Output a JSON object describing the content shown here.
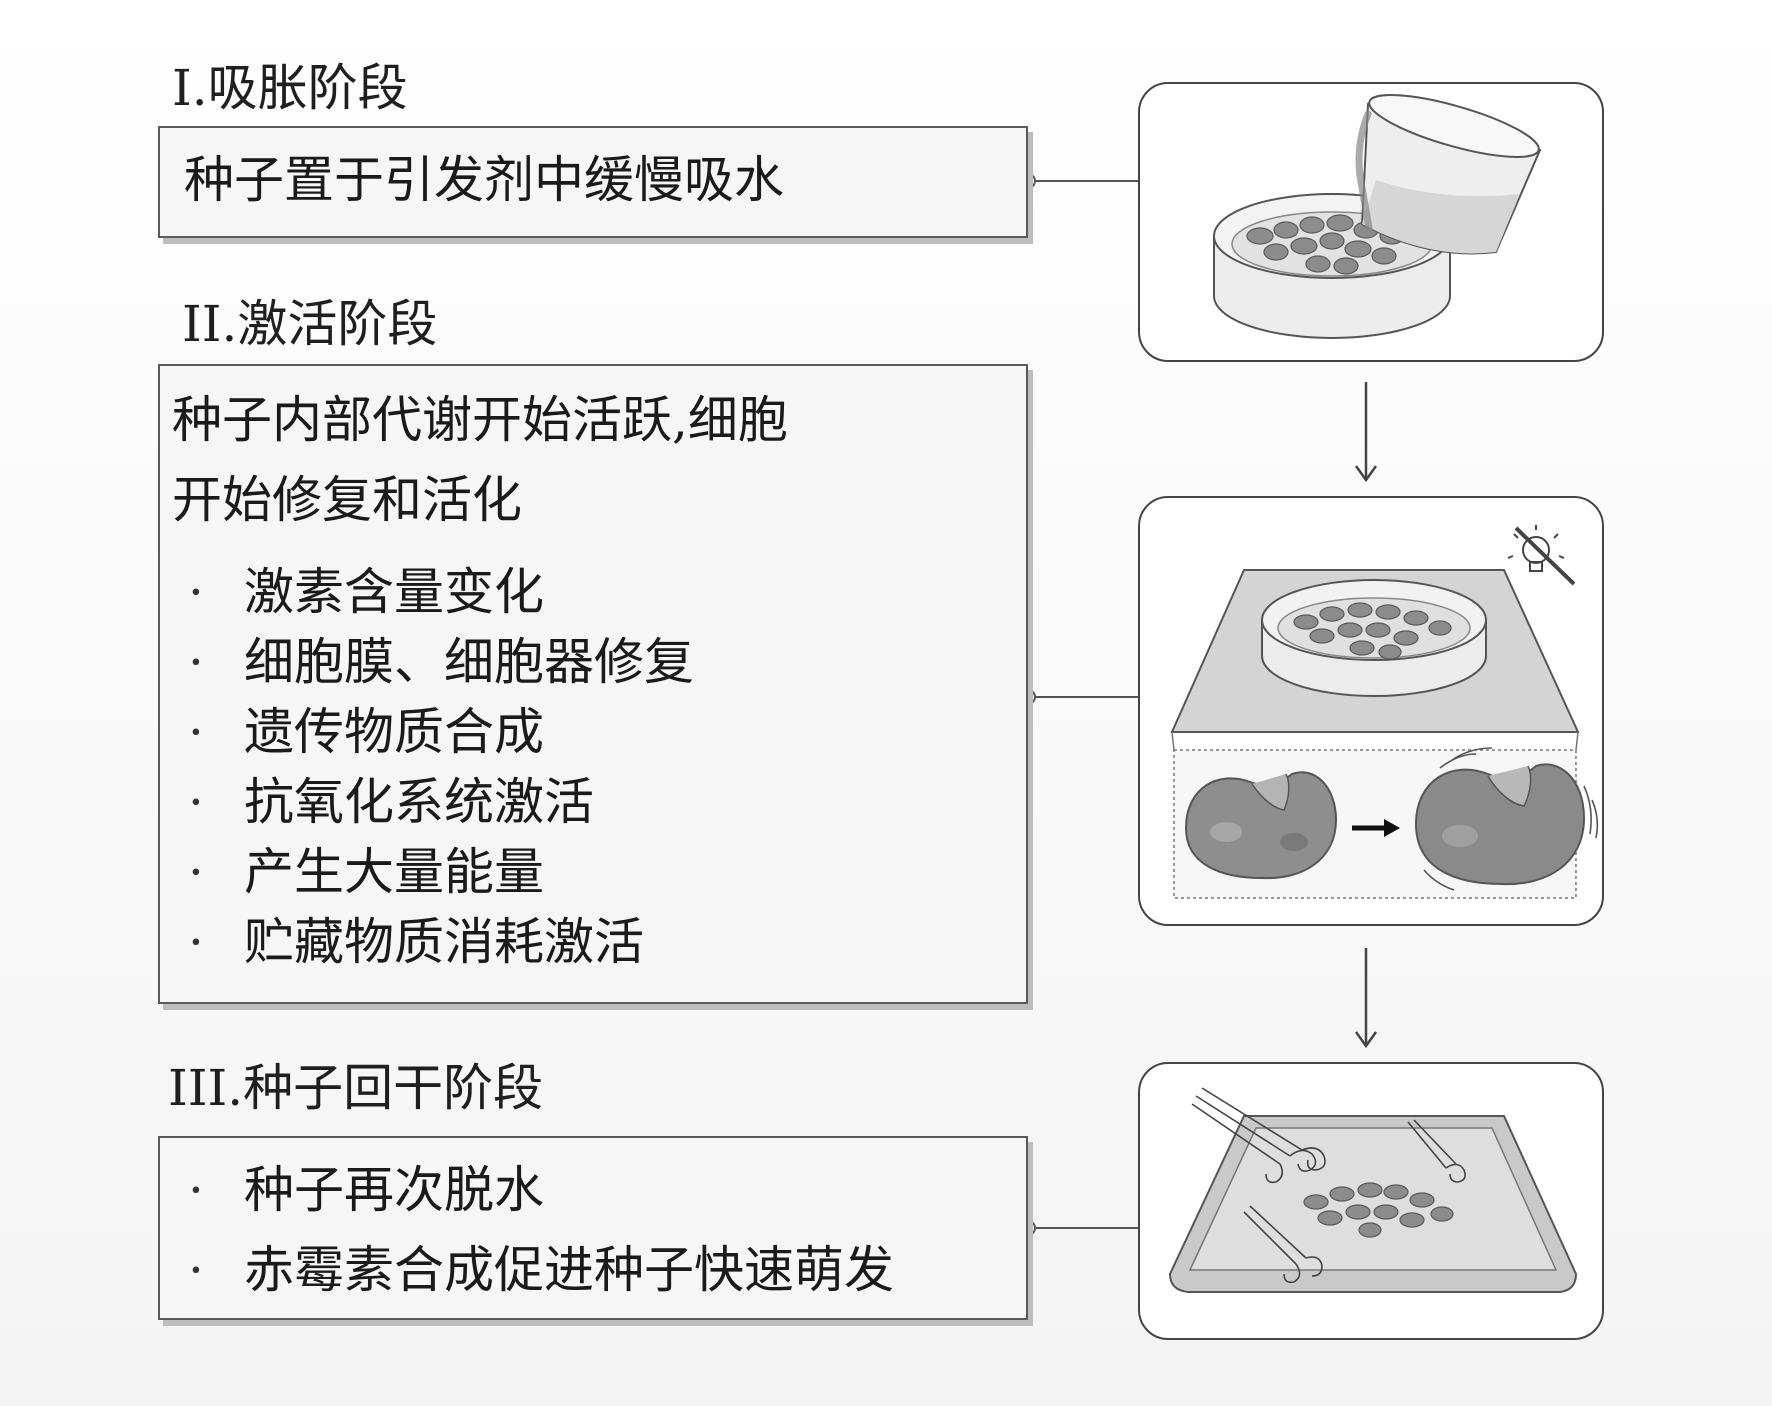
{
  "stage1": {
    "heading": "I.吸胀阶段",
    "description": "种子置于引发剂中缓慢吸水"
  },
  "stage2": {
    "heading": "II.激活阶段",
    "description_line1": "种子内部代谢开始活跃,细胞",
    "description_line2": "开始修复和活化",
    "bullets": [
      "激素含量变化",
      "细胞膜、细胞器修复",
      "遗传物质合成",
      "抗氧化系统激活",
      "产生大量能量",
      "贮藏物质消耗激活"
    ]
  },
  "stage3": {
    "heading": "III.种子回干阶段",
    "bullets": [
      "种子再次脱水",
      "赤霉素合成促进种子快速萌发"
    ]
  },
  "bullet_mark": "·",
  "colors": {
    "border": "#444444",
    "box_fill": "#f6f6f6",
    "seed": "#8c8c8c"
  },
  "icons": [
    "beaker-pouring-icon",
    "petri-dish-icon",
    "no-light-bulb-icon",
    "seed-swelling-icon",
    "arrow-right-icon",
    "drying-tray-icon",
    "air-swirl-icon"
  ]
}
